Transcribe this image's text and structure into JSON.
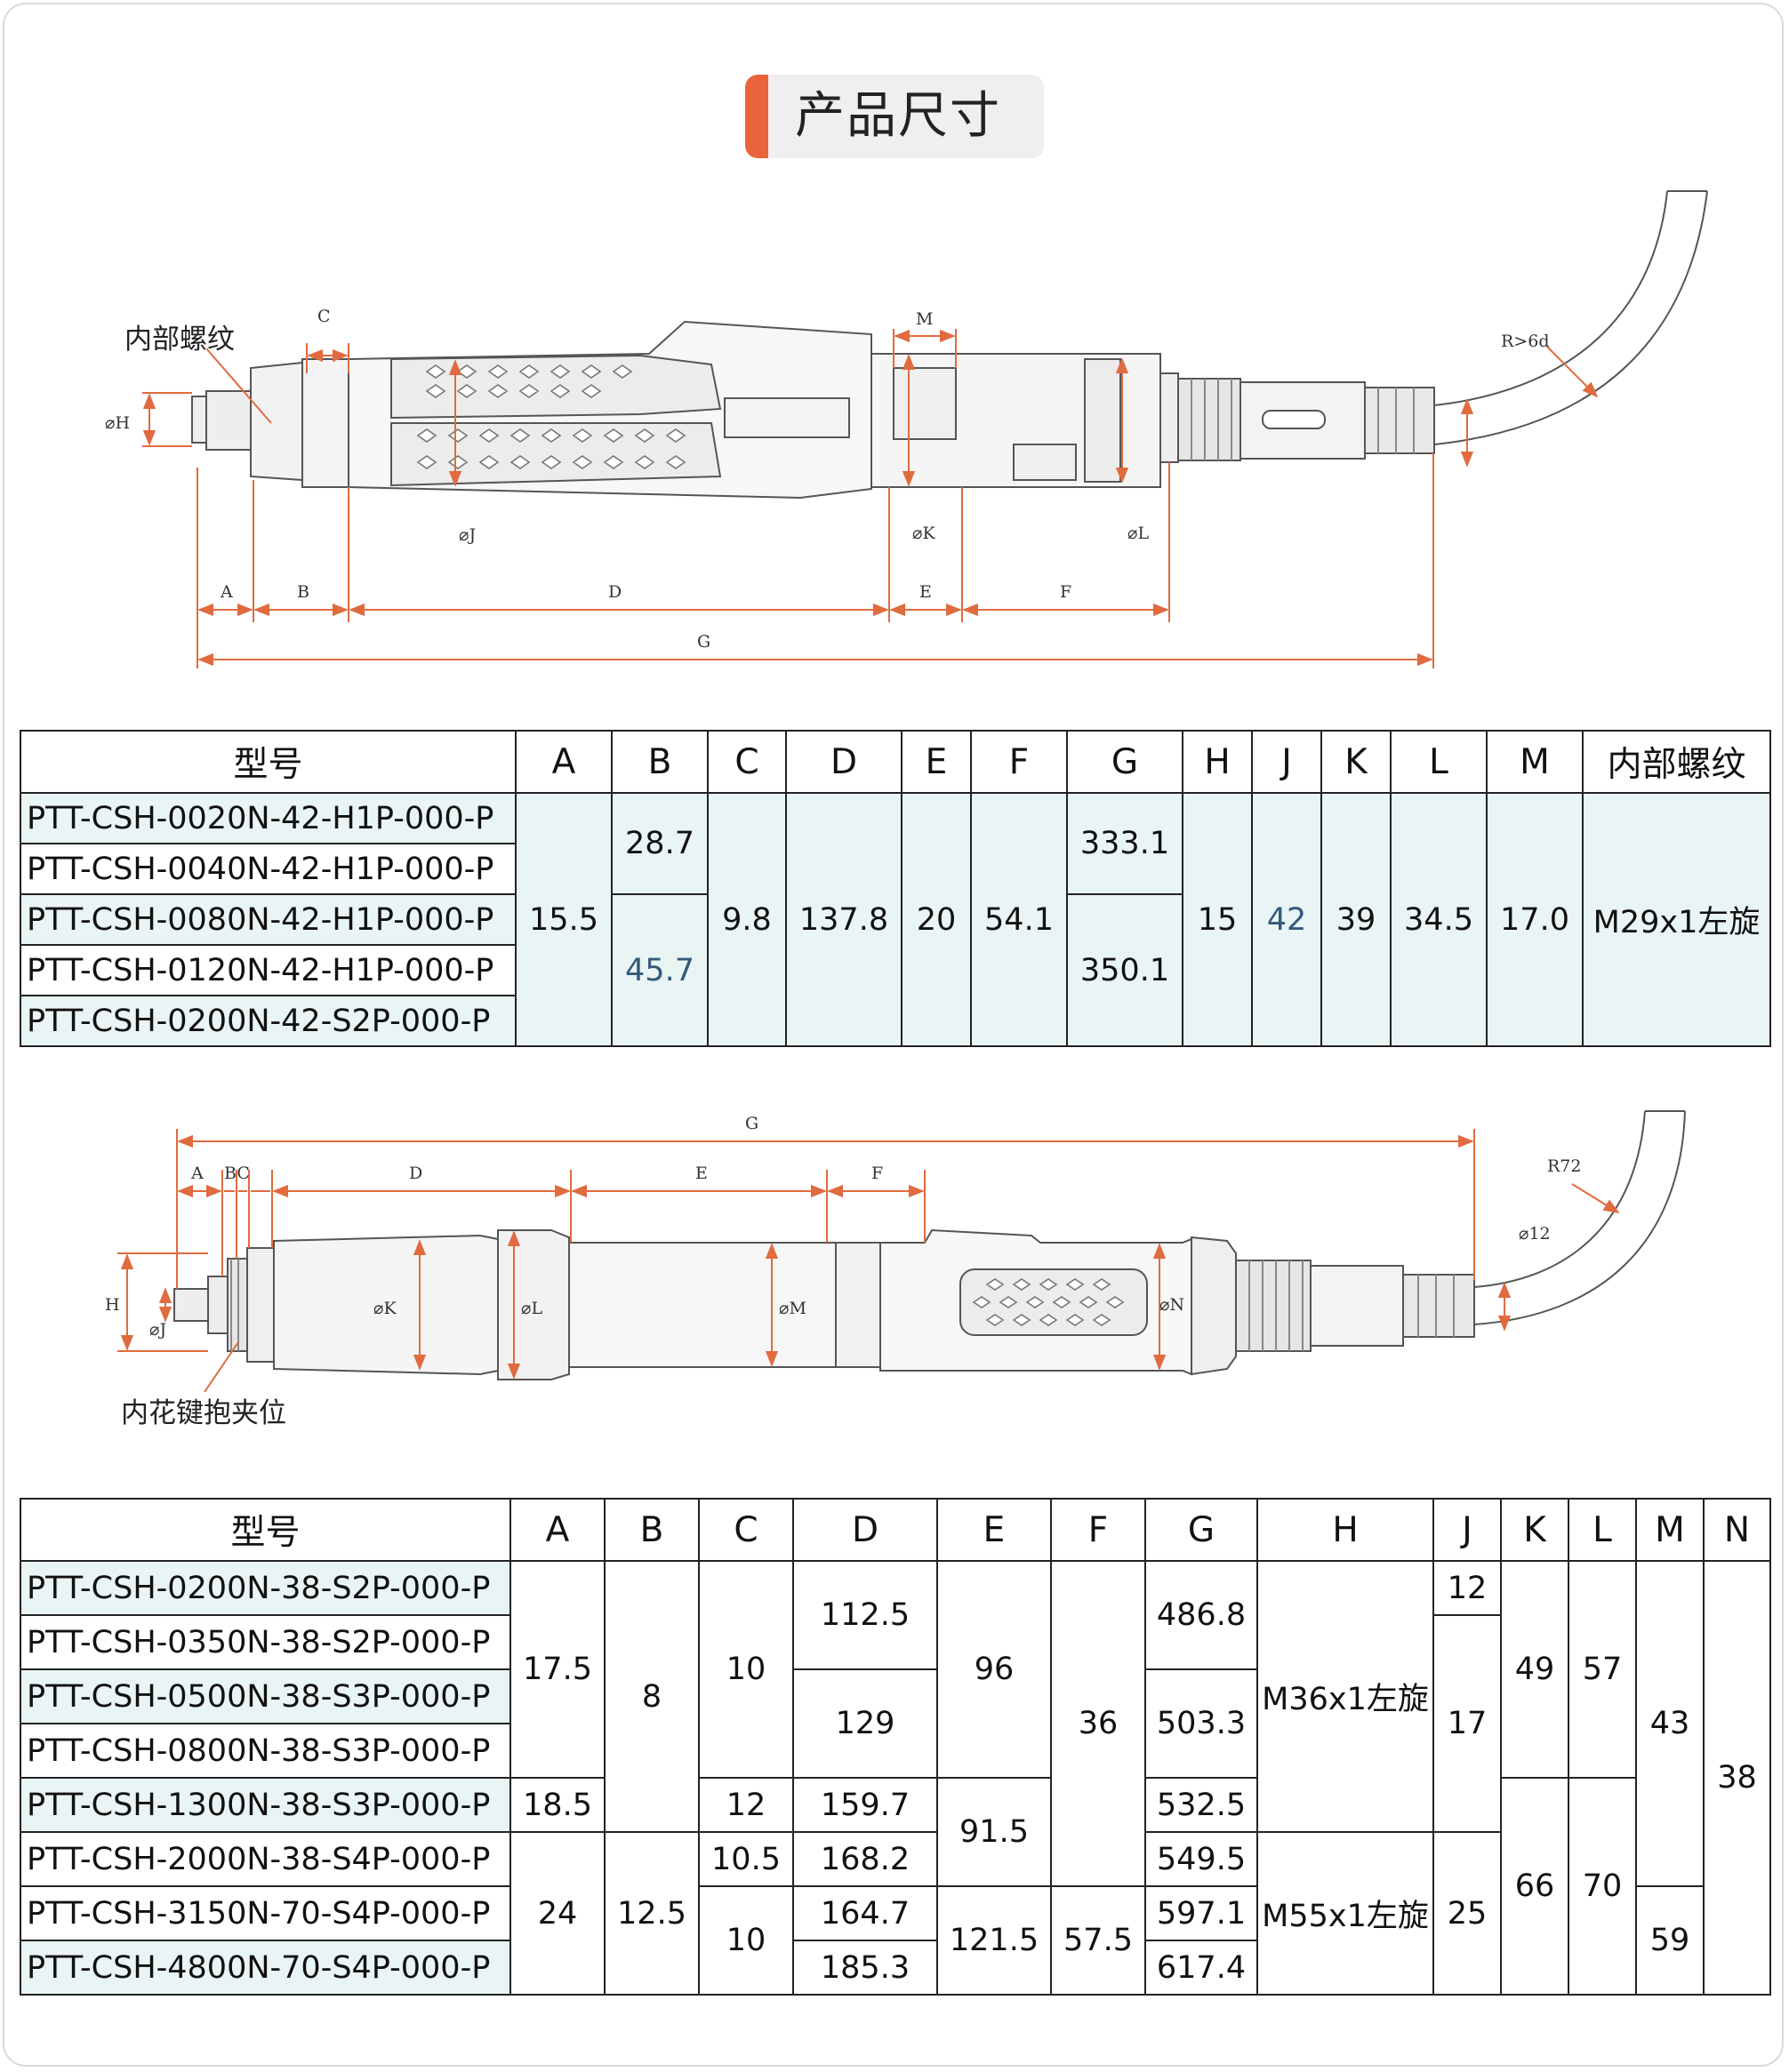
{
  "title": "产品尺寸",
  "colors": {
    "accent": "#e9643a",
    "cell_tint": "#e9f4f4",
    "title_bg": "#efefef",
    "dim_line": "#e06b3f"
  },
  "drawing1": {
    "labels": {
      "internal_thread": "内部螺纹",
      "H": "⌀H",
      "C": "C",
      "M": "M",
      "J": "⌀J",
      "K": "⌀K",
      "L": "⌀L",
      "A": "A",
      "B": "B",
      "D": "D",
      "E": "E",
      "F": "F",
      "G": "G",
      "R": "R>6d"
    }
  },
  "table1": {
    "headers": [
      "型号",
      "A",
      "B",
      "C",
      "D",
      "E",
      "F",
      "G",
      "H",
      "J",
      "K",
      "L",
      "M",
      "内部螺纹"
    ],
    "models": [
      "PTT-CSH-0020N-42-H1P-000-P",
      "PTT-CSH-0040N-42-H1P-000-P",
      "PTT-CSH-0080N-42-H1P-000-P",
      "PTT-CSH-0120N-42-H1P-000-P",
      "PTT-CSH-0200N-42-S2P-000-P"
    ],
    "A": "15.5",
    "B1": "28.7",
    "B2": "45.7",
    "C": "9.8",
    "D": "137.8",
    "E": "20",
    "F": "54.1",
    "G1": "333.1",
    "G2": "350.1",
    "H": "15",
    "J": "42",
    "K": "39",
    "L": "34.5",
    "M": "17.0",
    "thread": "M29x1左旋"
  },
  "drawing2": {
    "labels": {
      "G": "G",
      "A": "A",
      "BC": "BC",
      "D": "D",
      "E": "E",
      "F": "F",
      "R": "R72",
      "d12": "⌀12",
      "H": "H",
      "J": "⌀J",
      "K": "⌀K",
      "L": "⌀L",
      "M": "⌀M",
      "N": "⌀N",
      "spline": "内花键抱夹位"
    }
  },
  "table2": {
    "headers": [
      "型号",
      "A",
      "B",
      "C",
      "D",
      "E",
      "F",
      "G",
      "H",
      "J",
      "K",
      "L",
      "M",
      "N"
    ],
    "models": [
      "PTT-CSH-0200N-38-S2P-000-P",
      "PTT-CSH-0350N-38-S2P-000-P",
      "PTT-CSH-0500N-38-S3P-000-P",
      "PTT-CSH-0800N-38-S3P-000-P",
      "PTT-CSH-1300N-38-S3P-000-P",
      "PTT-CSH-2000N-38-S4P-000-P",
      "PTT-CSH-3150N-70-S4P-000-P",
      "PTT-CSH-4800N-70-S4P-000-P"
    ],
    "A1": "17.5",
    "A2": "18.5",
    "A3": "24",
    "B1": "8",
    "B2": "12.5",
    "C1": "10",
    "C2": "12",
    "C3": "10.5",
    "C4": "10",
    "D1": "112.5",
    "D2": "129",
    "D3": "159.7",
    "D4": "168.2",
    "D5": "164.7",
    "D6": "185.3",
    "E1": "96",
    "E2": "91.5",
    "E3": "121.5",
    "F1": "36",
    "F2": "57.5",
    "G1": "486.8",
    "G2": "503.3",
    "G3": "532.5",
    "G4": "549.5",
    "G5": "597.1",
    "G6": "617.4",
    "H1": "M36x1左旋",
    "H2": "M55x1左旋",
    "J1": "12",
    "J2": "17",
    "J3": "25",
    "K1": "49",
    "K2": "66",
    "L1": "57",
    "L2": "70",
    "M1": "43",
    "M2": "59",
    "N": "38"
  }
}
